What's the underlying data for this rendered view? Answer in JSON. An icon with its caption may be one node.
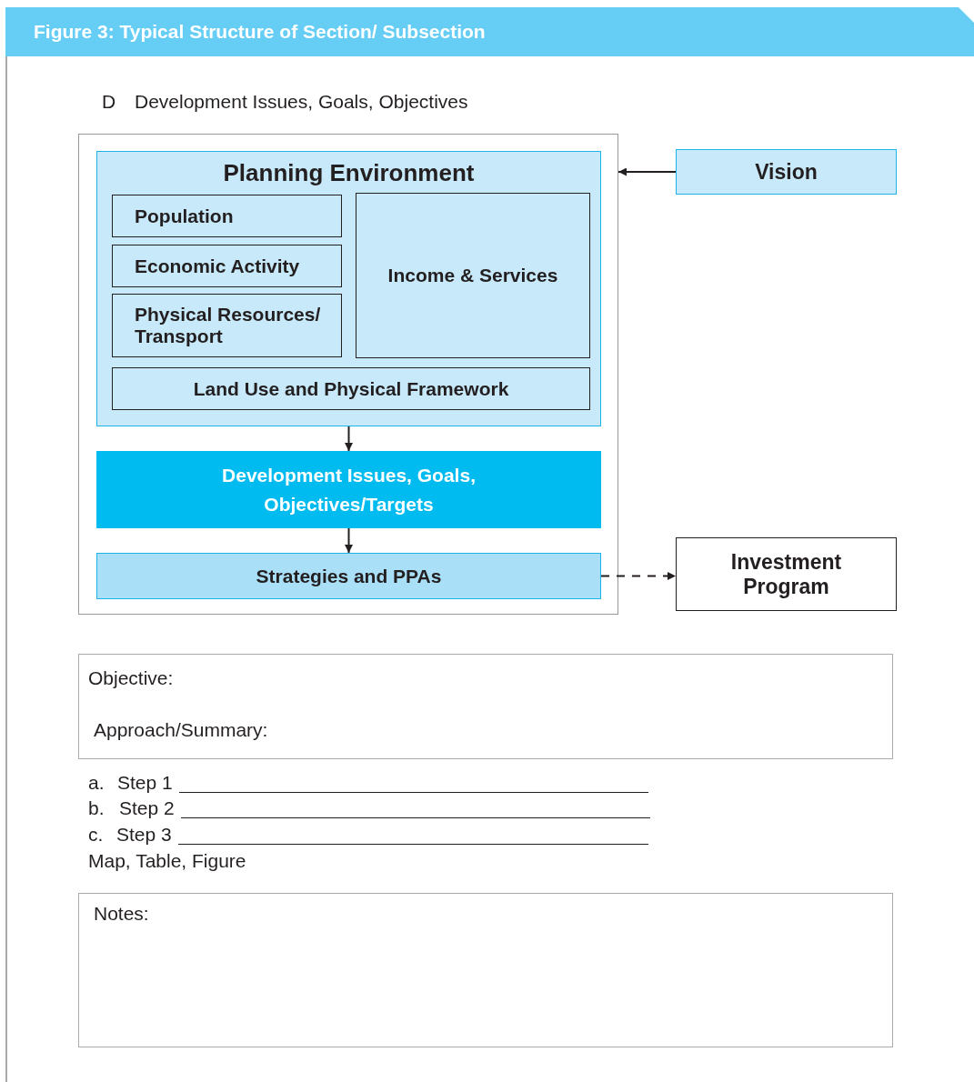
{
  "diagram": {
    "title": "Figure 3: Typical Structure of Section/ Subsection",
    "nodes": [
      {
        "text": [],
        "shape": "box"
      },
      {
        "text": [
          "Planning Environment"
        ],
        "in": 0
      },
      {
        "text": [
          "Population"
        ],
        "in": 1
      },
      {
        "text": [
          "Economic Activity"
        ],
        "in": 1
      },
      {
        "text": [
          "Physical Resources/ Transport"
        ],
        "in": 1
      },
      {
        "text": [
          "Income & Services"
        ],
        "in": 1
      },
      {
        "text": [
          "Land Use and Physical Framework"
        ],
        "in": 1
      },
      {
        "text": [
          "Development Issues, Goals, Objectives/Targets"
        ],
        "in": 0
      },
      {
        "text": [
          "Strategies and PPAs"
        ],
        "in": 0
      },
      {
        "text": [
          "Vision"
        ]
      },
      {
        "text": [
          "Investment Program"
        ]
      },
      {
        "text": [
          "Objective:",
          "Approach/Summary:"
        ]
      },
      {
        "text": [
          "Notes:"
        ]
      }
    ],
    "edges": [
      {
        "from": 9,
        "to": 0,
        "arrow": "to"
      },
      {
        "from": 1,
        "to": 7,
        "arrow": "to"
      },
      {
        "from": 7,
        "to": 8,
        "arrow": "to"
      },
      {
        "from": 8,
        "to": 10,
        "arrow": "to",
        "style": "dashed"
      }
    ],
    "labels": [
      "D",
      "Development Issues, Goals, Objectives",
      "a.",
      "Step 1",
      "b.",
      "Step 2",
      "c.",
      "Step 3",
      "Map, Table, Figure"
    ]
  }
}
